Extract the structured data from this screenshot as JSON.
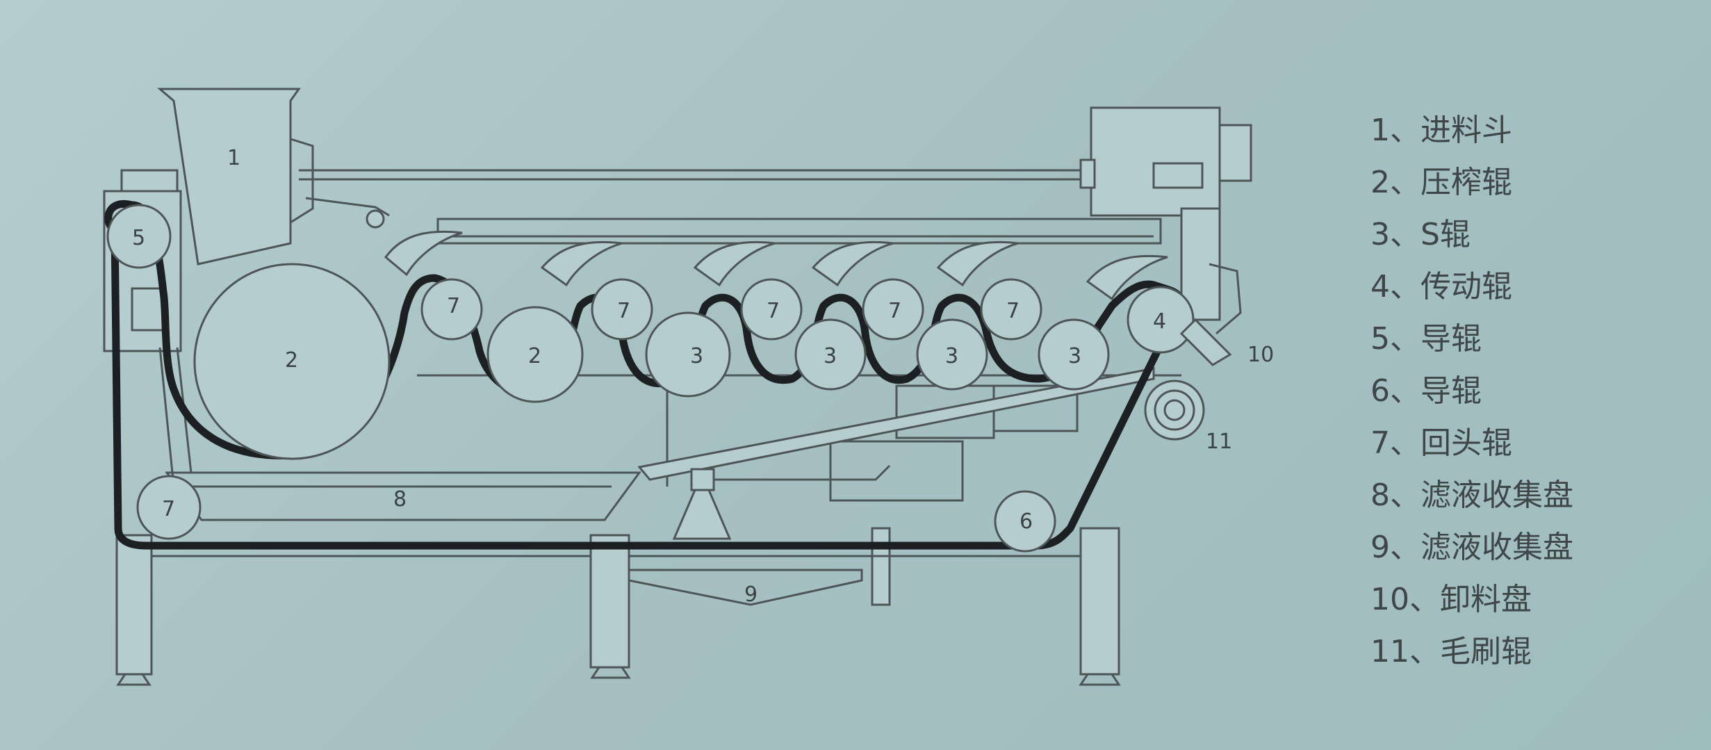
{
  "diagram": {
    "labels": {
      "hopper": "1",
      "press_roller_big": "2",
      "press_roller_small": "2",
      "s_roller_a": "3",
      "s_roller_b": "3",
      "s_roller_c": "3",
      "s_roller_d": "3",
      "drive_roller": "4",
      "guide_roller_5": "5",
      "guide_roller_6": "6",
      "return_roller_top_a": "7",
      "return_roller_top_b": "7",
      "return_roller_top_c": "7",
      "return_roller_top_d": "7",
      "return_roller_top_e": "7",
      "return_roller_bottom": "7",
      "filtrate_tray_8": "8",
      "filtrate_tray_9": "9",
      "discharge_tray": "10",
      "brush_roller": "11"
    }
  },
  "legend": [
    "1、进料斗",
    "2、压榨辊",
    "3、S辊",
    "4、传动辊",
    "5、导辊",
    "6、导辊",
    "7、回头辊",
    "8、滤液收集盘",
    "9、滤液收集盘",
    "10、卸料盘",
    "11、毛刷辊"
  ],
  "colors": {
    "background": "#a9c4c6",
    "belt": "#1c2022",
    "lines": "#4d5557",
    "text": "#3f4648"
  }
}
